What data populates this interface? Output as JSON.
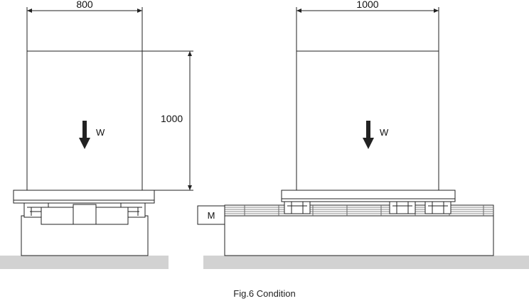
{
  "left_view": {
    "width_label": "800",
    "height_label": "1000",
    "load_label": "W"
  },
  "right_view": {
    "width_label": "1000",
    "load_label": "W",
    "motor_label": "M"
  },
  "caption": "Fig.6 Condition",
  "colors": {
    "line": "#222222",
    "ground": "#d2d2d2",
    "rail": "#b8b8b8"
  }
}
